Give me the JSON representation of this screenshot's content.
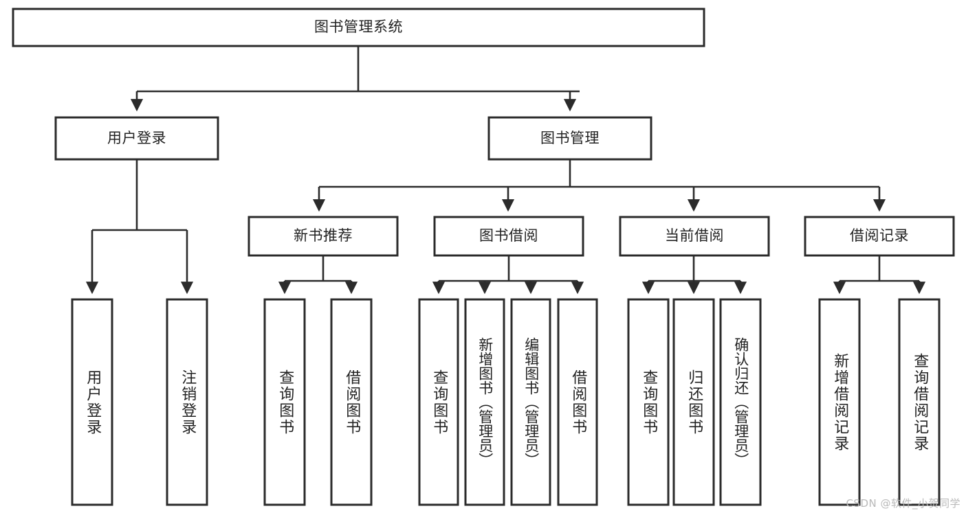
{
  "diagram": {
    "type": "tree-hierarchy",
    "title": "图书管理系统",
    "orientation": "top-down",
    "colors": {
      "box_stroke": "#2b2b2b",
      "box_fill": "#ffffff",
      "link": "#2b2b2b",
      "text": "#222222",
      "watermark": "#b9b9b9",
      "background": "#ffffff"
    },
    "root": {
      "id": "root",
      "label": "图书管理系统"
    },
    "level1": [
      {
        "id": "user-login",
        "label": "用户登录"
      },
      {
        "id": "book-manage",
        "label": "图书管理"
      }
    ],
    "level2": [
      {
        "id": "new-book-recommend",
        "label": "新书推荐",
        "parent": "book-manage"
      },
      {
        "id": "book-borrow",
        "label": "图书借阅",
        "parent": "book-manage"
      },
      {
        "id": "current-borrow",
        "label": "当前借阅",
        "parent": "book-manage"
      },
      {
        "id": "borrow-record",
        "label": "借阅记录",
        "parent": "book-manage"
      }
    ],
    "leaves": {
      "user-login": [
        {
          "id": "leaf-user-login",
          "label": "用户登录"
        },
        {
          "id": "leaf-user-logout",
          "label": "注销登录"
        }
      ],
      "new-book-recommend": [
        {
          "id": "leaf-query-book-1",
          "label": "查询图书"
        },
        {
          "id": "leaf-borrow-book-1",
          "label": "借阅图书"
        }
      ],
      "book-borrow": [
        {
          "id": "leaf-query-book-2",
          "label": "查询图书"
        },
        {
          "id": "leaf-add-book",
          "label": "新增图书（管理员）"
        },
        {
          "id": "leaf-edit-book",
          "label": "编辑图书（管理员）"
        },
        {
          "id": "leaf-borrow-book-2",
          "label": "借阅图书"
        }
      ],
      "current-borrow": [
        {
          "id": "leaf-query-book-3",
          "label": "查询图书"
        },
        {
          "id": "leaf-return-book",
          "label": "归还图书"
        },
        {
          "id": "leaf-confirm-return",
          "label": "确认归还（管理员）"
        }
      ],
      "borrow-record": [
        {
          "id": "leaf-add-record",
          "label": "新增借阅记录"
        },
        {
          "id": "leaf-query-record",
          "label": "查询借阅记录"
        }
      ]
    }
  },
  "watermark": {
    "text": "CSDN @软件_小贺同学"
  }
}
